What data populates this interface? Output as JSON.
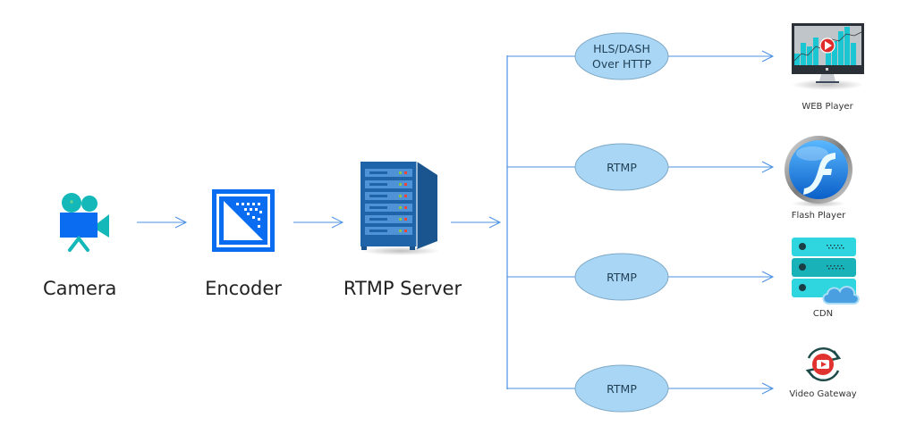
{
  "diagram": {
    "title": "",
    "colors": {
      "line": "#4a90e2",
      "ellipse_fill": "#a9d6f5",
      "ellipse_stroke": "#7ea8c6",
      "primary_blue": "#0a6cf0",
      "teal": "#14b8b8",
      "server_blue": "#1f63a8"
    },
    "sources": [
      {
        "id": "camera",
        "label": "Camera",
        "icon": "video-camera-icon"
      },
      {
        "id": "encoder",
        "label": "Encoder",
        "icon": "encoder-icon"
      },
      {
        "id": "rtmp_server",
        "label": "RTMP Server",
        "icon": "server-tower-icon"
      }
    ],
    "protocols": [
      {
        "id": "p1",
        "lines": [
          "HLS/DASH",
          "Over HTTP"
        ]
      },
      {
        "id": "p2",
        "lines": [
          "RTMP"
        ]
      },
      {
        "id": "p3",
        "lines": [
          "RTMP"
        ]
      },
      {
        "id": "p4",
        "lines": [
          "RTMP"
        ]
      }
    ],
    "destinations": [
      {
        "id": "web",
        "label": "WEB Player",
        "icon": "monitor-play-icon"
      },
      {
        "id": "flash",
        "label": "Flash Player",
        "icon": "flash-logo-icon"
      },
      {
        "id": "cdn",
        "label": "CDN",
        "icon": "cdn-server-cloud-icon"
      },
      {
        "id": "gateway",
        "label": "Video Gateway",
        "icon": "video-gateway-sync-icon"
      }
    ],
    "edges": [
      {
        "from": "camera",
        "to": "encoder"
      },
      {
        "from": "encoder",
        "to": "rtmp_server"
      },
      {
        "from": "rtmp_server",
        "to": "bus"
      },
      {
        "from": "bus",
        "via": "p1",
        "to": "web"
      },
      {
        "from": "bus",
        "via": "p2",
        "to": "flash"
      },
      {
        "from": "bus",
        "via": "p3",
        "to": "cdn"
      },
      {
        "from": "bus",
        "via": "p4",
        "to": "gateway"
      }
    ]
  }
}
